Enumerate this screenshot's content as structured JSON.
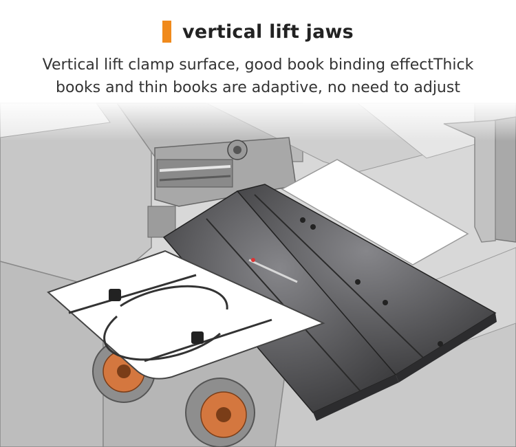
{
  "header": {
    "title": "vertical lift jaws",
    "description_line1": "Vertical lift clamp surface, good book binding effectThick",
    "description_line2": "books and thin books are adaptive, no need to adjust",
    "accent_color": "#f08a1c"
  },
  "illustration": {
    "subject": "book binding machine clamp with paper guide plate",
    "colors": {
      "machine_body": "#cfcfcf",
      "clamp_plate": "#4a4a4c",
      "guide_plate": "#ffffff",
      "rollers": "#d4773f"
    }
  }
}
